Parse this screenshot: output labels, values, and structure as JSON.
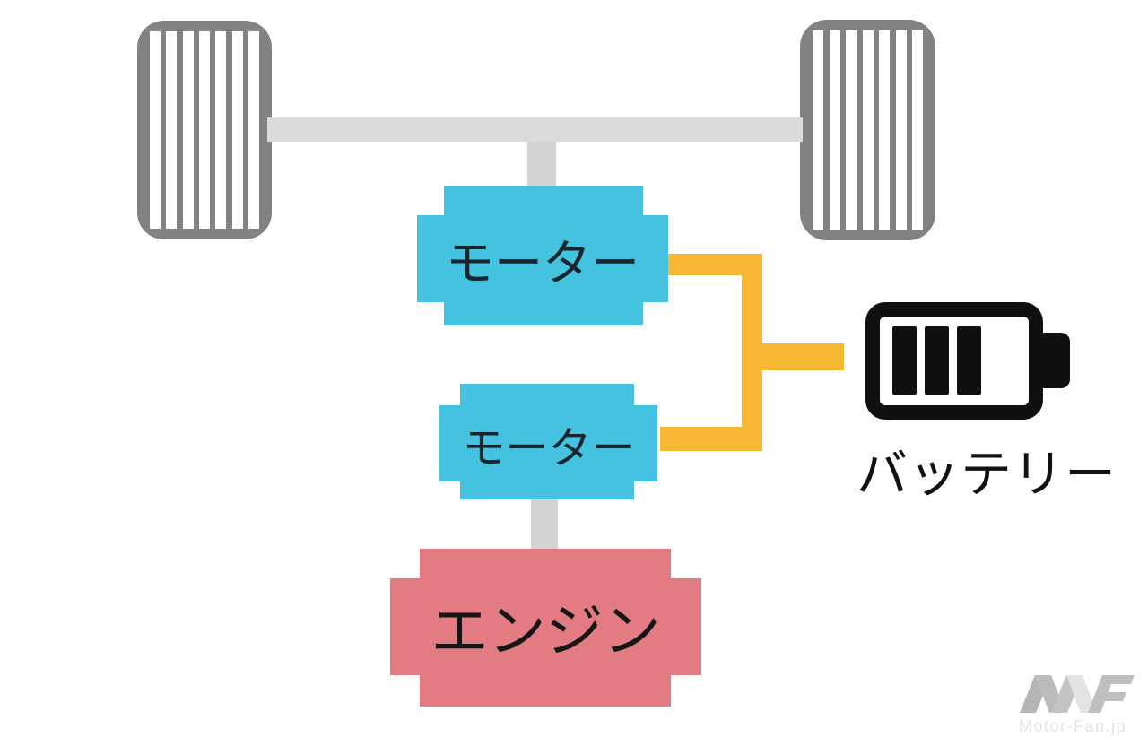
{
  "diagram": {
    "type": "hybrid-powertrain-schematic",
    "nodes": {
      "motor_drive": {
        "label": "モーター",
        "fill": "#45c2e0"
      },
      "motor_generator": {
        "label": "モーター",
        "fill": "#45c2e0"
      },
      "engine": {
        "label": "エンジン",
        "fill": "#e27b82"
      },
      "battery": {
        "label": "バッテリー",
        "segments_filled": 3,
        "segments_total": 4,
        "icon_color": "#101010"
      }
    },
    "wheels": {
      "count": 2,
      "tread_stripes": 7,
      "color": "#828282"
    },
    "connections": {
      "mechanical_color": "#d3d3d3",
      "axle_color": "#dbdbdb",
      "electrical_color": "#f6b733"
    },
    "watermark": {
      "text": "Motor-Fan.jp"
    }
  }
}
